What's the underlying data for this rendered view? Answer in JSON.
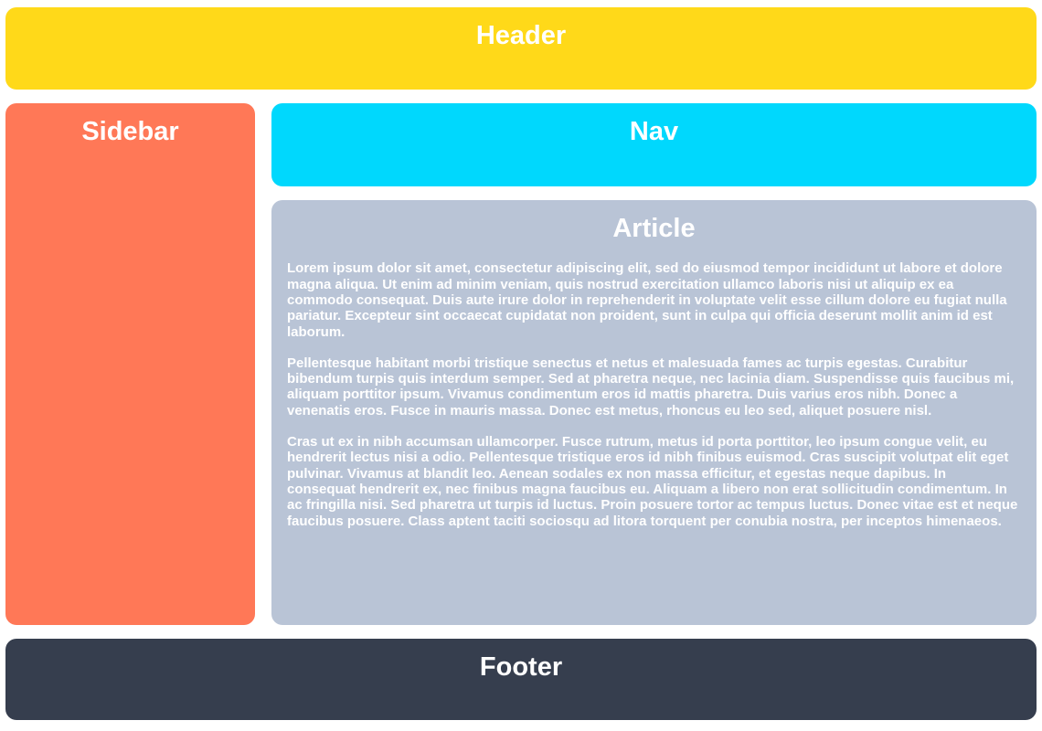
{
  "page_background": "#ffffff",
  "text_color": "#ffffff",
  "header": {
    "label": "Header",
    "color": "#ffd919"
  },
  "sidebar": {
    "label": "Sidebar",
    "color": "#ff7857"
  },
  "nav": {
    "label": "Nav",
    "color": "#00d8fd"
  },
  "article": {
    "label": "Article",
    "color": "#b9c4d6",
    "paragraphs": [
      "Lorem ipsum dolor sit amet, consectetur adipiscing elit, sed do eiusmod tempor incididunt ut labore et dolore magna aliqua. Ut enim ad minim veniam, quis nostrud exercitation ullamco laboris nisi ut aliquip ex ea commodo consequat. Duis aute irure dolor in reprehenderit in voluptate velit esse cillum dolore eu fugiat nulla pariatur. Excepteur sint occaecat cupidatat non proident, sunt in culpa qui officia deserunt mollit anim id est laborum.",
      "Pellentesque habitant morbi tristique senectus et netus et malesuada fames ac turpis egestas. Curabitur bibendum turpis quis interdum semper. Sed at pharetra neque, nec lacinia diam. Suspendisse quis faucibus mi, aliquam porttitor ipsum. Vivamus condimentum eros id mattis pharetra. Duis varius eros nibh. Donec a venenatis eros. Fusce in mauris massa. Donec est metus, rhoncus eu leo sed, aliquet posuere nisl.",
      "Cras ut ex in nibh accumsan ullamcorper. Fusce rutrum, metus id porta porttitor, leo ipsum congue velit, eu hendrerit lectus nisi a odio. Pellentesque tristique eros id nibh finibus euismod. Cras suscipit volutpat elit eget pulvinar. Vivamus at blandit leo. Aenean sodales ex non massa efficitur, et egestas neque dapibus. In consequat hendrerit ex, nec finibus magna faucibus eu. Aliquam a libero non erat sollicitudin condimentum. In ac fringilla nisi. Sed pharetra ut turpis id luctus. Proin posuere tortor ac tempus luctus. Donec vitae est et neque faucibus posuere. Class aptent taciti sociosqu ad litora torquent per conubia nostra, per inceptos himenaeos."
    ]
  },
  "footer": {
    "label": "Footer",
    "color": "#363e4e"
  }
}
